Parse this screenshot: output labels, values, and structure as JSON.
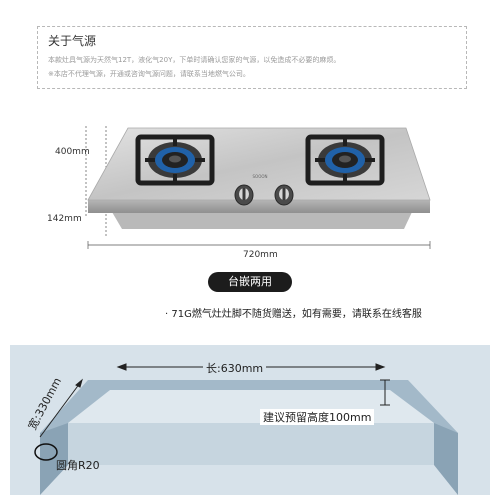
{
  "notice": {
    "title": "关于气源",
    "line1": "本款灶具气源为天然气12T，液化气20Y，下单时请确认您家的气源，以免造成不必要的麻烦。",
    "line2": "※本店不代理气源，开通或咨询气源问题，请联系当地燃气公司。"
  },
  "product": {
    "brand": "SOOON",
    "depth_label": "400mm",
    "height_label": "142mm",
    "width_label": "720mm",
    "install_type": "台嵌两用",
    "gift_note": "· 71G燃气灶灶脚不随货赠送，如有需要，请联系在线客服"
  },
  "cutout": {
    "length_label": "长:630mm",
    "width_label": "宽:330mm",
    "corner_label": "圆角R20",
    "height_note": "建议预留高度100mm"
  },
  "colors": {
    "steel": "#c9c9c9",
    "grate": "#1e1e1e",
    "flame_blue": "#1a6bc4",
    "cutout_fill": "#9ab2c3"
  }
}
